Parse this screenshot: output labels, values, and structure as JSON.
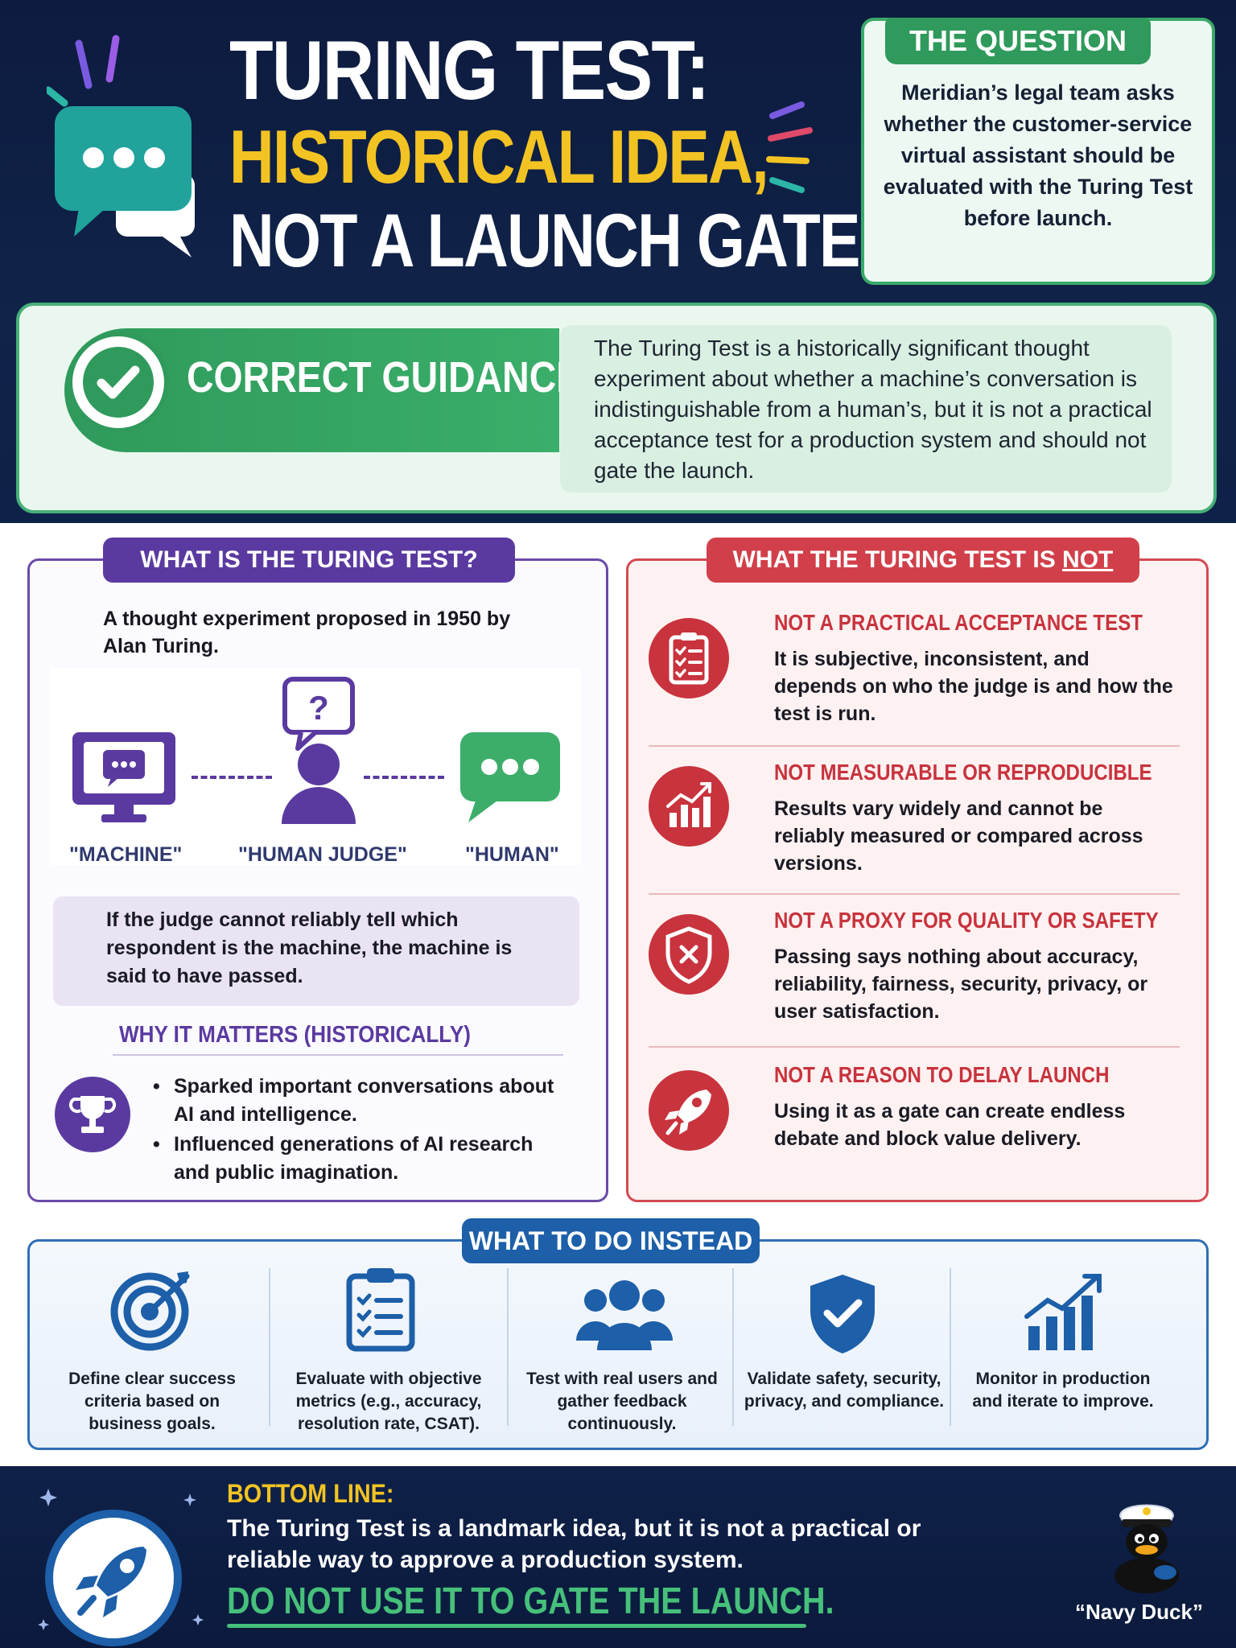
{
  "header": {
    "title_line1": "TURING TEST:",
    "title_line2": "HISTORICAL IDEA,",
    "title_line3": "NOT A LAUNCH GATE"
  },
  "question": {
    "label": "THE QUESTION",
    "text": "Meridian’s legal team asks whether the customer-service virtual assistant should be evaluated with the Turing Test before launch."
  },
  "guidance": {
    "label": "CORRECT GUIDANCE",
    "text": "The Turing Test is a historically significant thought experiment about whether a machine’s conversation is indistinguishable from a human’s, but it is not a practical acceptance test for a production system and should not gate the launch."
  },
  "what_is": {
    "label": "WHAT IS THE TURING TEST?",
    "intro": "A thought experiment proposed in 1950 by Alan Turing.",
    "diagram": {
      "machine": "\"MACHINE\"",
      "judge": "\"HUMAN JUDGE\"",
      "human": "\"HUMAN\"",
      "judge_bubble": "?"
    },
    "callout": "If the judge cannot reliably tell which respondent is the machine, the machine is said to have passed.",
    "why_label": "WHY IT MATTERS (HISTORICALLY)",
    "bullets": [
      "Sparked important conversations about AI and intelligence.",
      "Influenced generations of AI research and public imagination."
    ]
  },
  "is_not": {
    "label_prefix": "WHAT THE TURING TEST IS ",
    "label_not": "NOT",
    "items": [
      {
        "icon": "clipboard-checklist-icon",
        "heading": "NOT A PRACTICAL ACCEPTANCE TEST",
        "body": "It is subjective, inconsistent, and depends on who the judge is and how the test is run."
      },
      {
        "icon": "bar-chart-icon",
        "heading": "NOT MEASURABLE OR REPRODUCIBLE",
        "body": "Results vary widely and cannot be reliably measured or compared across versions."
      },
      {
        "icon": "shield-x-icon",
        "heading": "NOT A PROXY FOR QUALITY OR SAFETY",
        "body": "Passing says nothing about accuracy, reliability, fairness, security, privacy, or user satisfaction."
      },
      {
        "icon": "rocket-icon",
        "heading": "NOT A REASON TO DELAY LAUNCH",
        "body": "Using it as a gate can create endless debate and block value delivery."
      }
    ]
  },
  "instead": {
    "label": "WHAT TO DO INSTEAD",
    "items": [
      {
        "icon": "target-icon",
        "text": "Define clear success criteria based on business goals."
      },
      {
        "icon": "clipboard-icon",
        "text": "Evaluate with objective metrics (e.g., accuracy, resolution rate, CSAT)."
      },
      {
        "icon": "users-icon",
        "text": "Test with real users and gather feedback continuously."
      },
      {
        "icon": "shield-check-icon",
        "text": "Validate safety, security, privacy, and compliance."
      },
      {
        "icon": "growth-chart-icon",
        "text": "Monitor in production and iterate to improve."
      }
    ]
  },
  "bottom_line": {
    "label": "BOTTOM LINE:",
    "text": "The Turing Test is a landmark idea, but it is not a practical or reliable way to approve a production system.",
    "cta": "DO NOT USE IT TO GATE THE LAUNCH.",
    "mascot_label": "“Navy Duck”"
  },
  "colors": {
    "navy": "#0d1b3f",
    "green": "#2f9a5b",
    "gold": "#f2c322",
    "purple": "#5a3aa0",
    "red": "#c8333d",
    "blue": "#1d5fa8"
  }
}
